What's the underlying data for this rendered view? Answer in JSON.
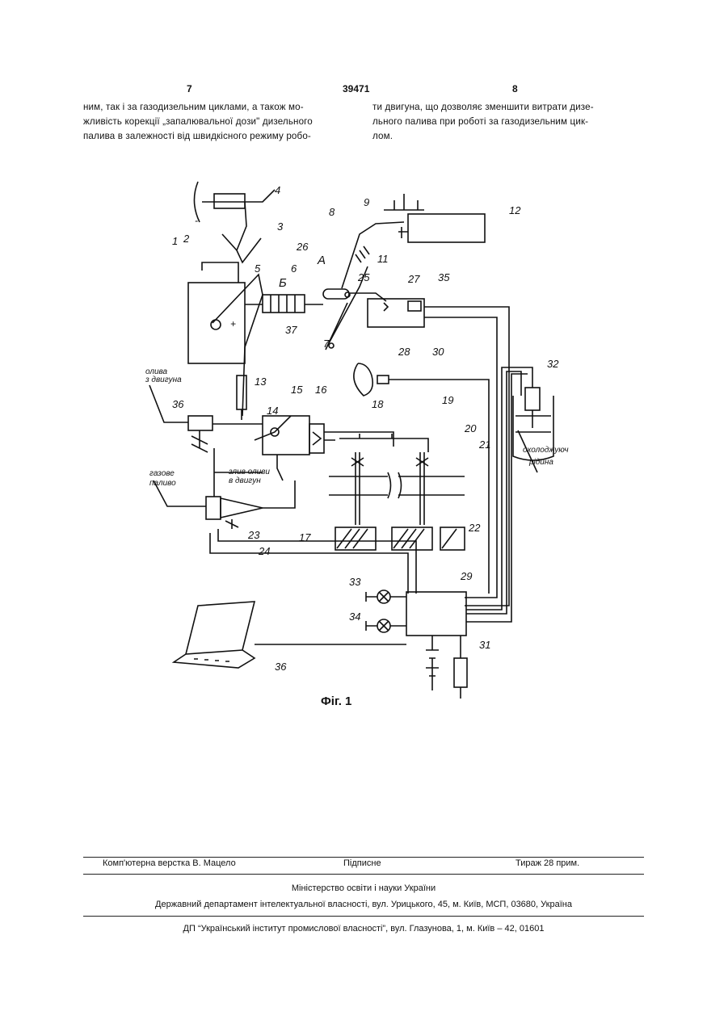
{
  "header": {
    "page_left": "7",
    "patent_number": "39471",
    "page_right": "8"
  },
  "columns": {
    "left": [
      "ним, так і за газодизельним циклами, а також мо-",
      "жливість корекції „запалювальної дози\" дизельного",
      "палива в залежності від швидкісного режиму робо-"
    ],
    "right": [
      "ти двигуна, що дозволяє зменшити витрати дизе-",
      "льного палива при роботі за газодизельним цик-",
      "лом."
    ]
  },
  "figure": {
    "caption": "Фіг. 1",
    "labels": {
      "n1": "1",
      "n2": "2",
      "n3": "3",
      "n4": "4",
      "n5": "5",
      "n6": "6",
      "n7": "7",
      "n8": "8",
      "n9": "9",
      "n11": "11",
      "n12": "12",
      "n13": "13",
      "n14": "14",
      "n15": "15",
      "n16": "16",
      "n17": "17",
      "n18": "18",
      "n19": "19",
      "n20": "20",
      "n21": "21",
      "n22": "22",
      "n23": "23",
      "n24": "24",
      "n25": "25",
      "n26": "26",
      "n27": "27",
      "n28": "28",
      "n29": "29",
      "n30": "30",
      "n31": "31",
      "n32": "32",
      "n33": "33",
      "n34": "34",
      "n35": "35",
      "n36a": "36",
      "n36b": "36",
      "n37": "37",
      "A": "А",
      "B": "Б",
      "plus": "+",
      "minus": "-",
      "oil_in_1": "олива",
      "oil_in_2": "з двигуна",
      "gas_1": "газове",
      "gas_2": "паливо",
      "drain_1": "злив оливи",
      "drain_2": "в двигун",
      "cool_1": "охолоджуюч",
      "cool_2": "рідина"
    }
  },
  "footer": {
    "typesetting": "Комп'ютерна верстка В. Мацело",
    "signed": "Підписне",
    "circulation": "Тираж 28 прим.",
    "ministry": "Міністерство освіти і науки України",
    "department": "Державний департамент інтелектуальної власності, вул. Урицького, 45, м. Київ, МСП, 03680, Україна",
    "institute": "ДП “Український інститут промислової власності”, вул. Глазунова, 1, м. Київ – 42, 01601"
  }
}
